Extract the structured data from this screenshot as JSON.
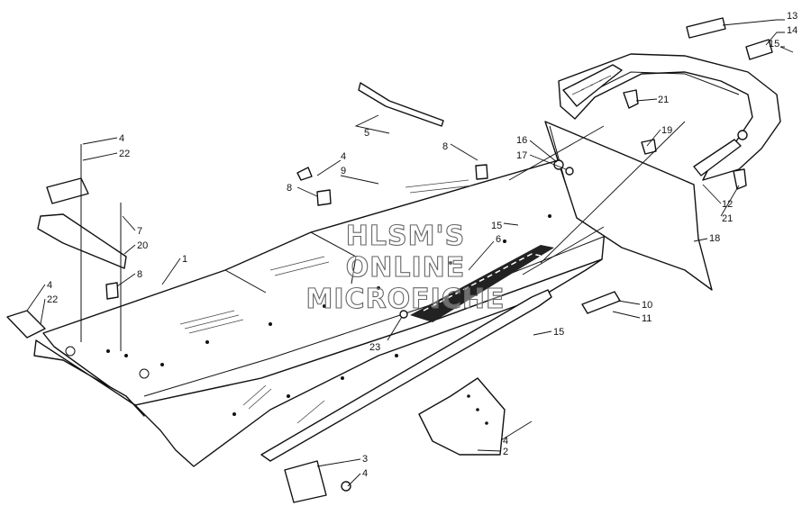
{
  "watermark": {
    "lines": [
      "HLSM'S",
      "ONLINE",
      "MICROFICHE"
    ]
  },
  "callouts": [
    {
      "id": "c13",
      "label": "13"
    },
    {
      "id": "c14",
      "label": "14"
    },
    {
      "id": "c15a",
      "label": "15"
    },
    {
      "id": "c21a",
      "label": "21"
    },
    {
      "id": "c19",
      "label": "19"
    },
    {
      "id": "c16",
      "label": "16"
    },
    {
      "id": "c17",
      "label": "17"
    },
    {
      "id": "c12",
      "label": "12"
    },
    {
      "id": "c21b",
      "label": "21"
    },
    {
      "id": "c18",
      "label": "18"
    },
    {
      "id": "c5",
      "label": "5"
    },
    {
      "id": "c8a",
      "label": "8"
    },
    {
      "id": "c4a",
      "label": "4"
    },
    {
      "id": "c9",
      "label": "9"
    },
    {
      "id": "c8b",
      "label": "8"
    },
    {
      "id": "c15b",
      "label": "15"
    },
    {
      "id": "c6",
      "label": "6"
    },
    {
      "id": "c4b",
      "label": "4"
    },
    {
      "id": "c22a",
      "label": "22"
    },
    {
      "id": "c7",
      "label": "7"
    },
    {
      "id": "c20",
      "label": "20"
    },
    {
      "id": "c1",
      "label": "1"
    },
    {
      "id": "c8c",
      "label": "8"
    },
    {
      "id": "c4c",
      "label": "4"
    },
    {
      "id": "c22b",
      "label": "22"
    },
    {
      "id": "c10",
      "label": "10"
    },
    {
      "id": "c11",
      "label": "11"
    },
    {
      "id": "c15c",
      "label": "15"
    },
    {
      "id": "c23",
      "label": "23"
    },
    {
      "id": "c4d",
      "label": "4"
    },
    {
      "id": "c2",
      "label": "2"
    },
    {
      "id": "c3",
      "label": "3"
    },
    {
      "id": "c4e",
      "label": "4"
    }
  ]
}
